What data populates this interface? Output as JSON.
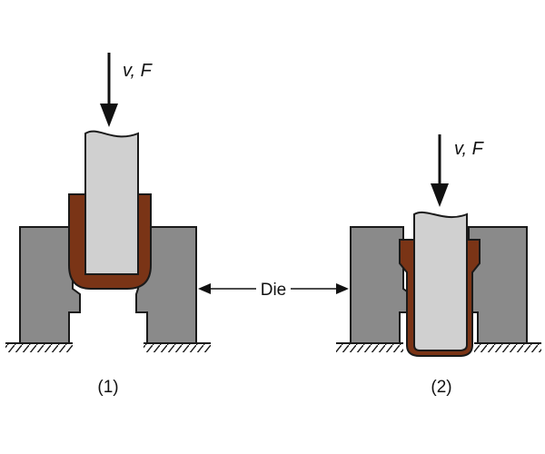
{
  "labels": {
    "force_left": "v, F",
    "force_right": "v, F",
    "die": "Die",
    "step_1": "(1)",
    "step_2": "(2)"
  },
  "colors": {
    "die_fill": "#8a8a8a",
    "workpiece_fill": "#7a3416",
    "punch_fill": "#d0d0d0",
    "outline": "#1a1a1a",
    "background": "#ffffff"
  }
}
